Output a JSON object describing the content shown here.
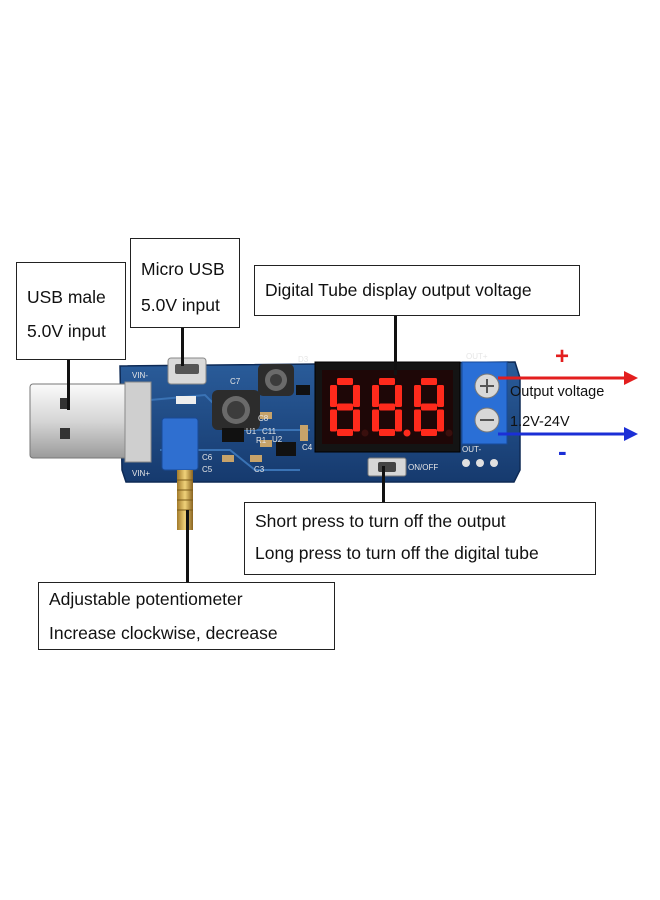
{
  "callouts": {
    "usb_male": {
      "line1": "USB male",
      "line2": "5.0V input"
    },
    "micro_usb": {
      "line1": "Micro USB",
      "line2": "5.0V input"
    },
    "display": {
      "line1": "Digital Tube display output voltage"
    },
    "button": {
      "line1": "Short press to turn off the output",
      "line2": "Long press to turn off the digital tube"
    },
    "potentiometer": {
      "line1": "Adjustable potentiometer",
      "line2": "Increase clockwise, decrease"
    }
  },
  "output": {
    "plus_sign": "+",
    "minus_sign": "-",
    "label_line1": "Output voltage",
    "label_line2": "1.2V-24V",
    "plus_color": "#e31e1e",
    "minus_color": "#1b2fd6"
  },
  "board": {
    "display_digits": "88.8",
    "silkscreen": {
      "out_plus": "OUT+",
      "out_minus": "OUT-",
      "on_off": "ON/OFF",
      "vin_minus": "VIN-",
      "vin_plus": "VIN+",
      "c7": "C7",
      "c8": "C8",
      "c11": "C11",
      "c5": "C5",
      "c6": "C6",
      "c3": "C3",
      "c4": "C4",
      "r1": "R1",
      "u1": "U1",
      "u2": "U2",
      "d3": "D3"
    }
  }
}
